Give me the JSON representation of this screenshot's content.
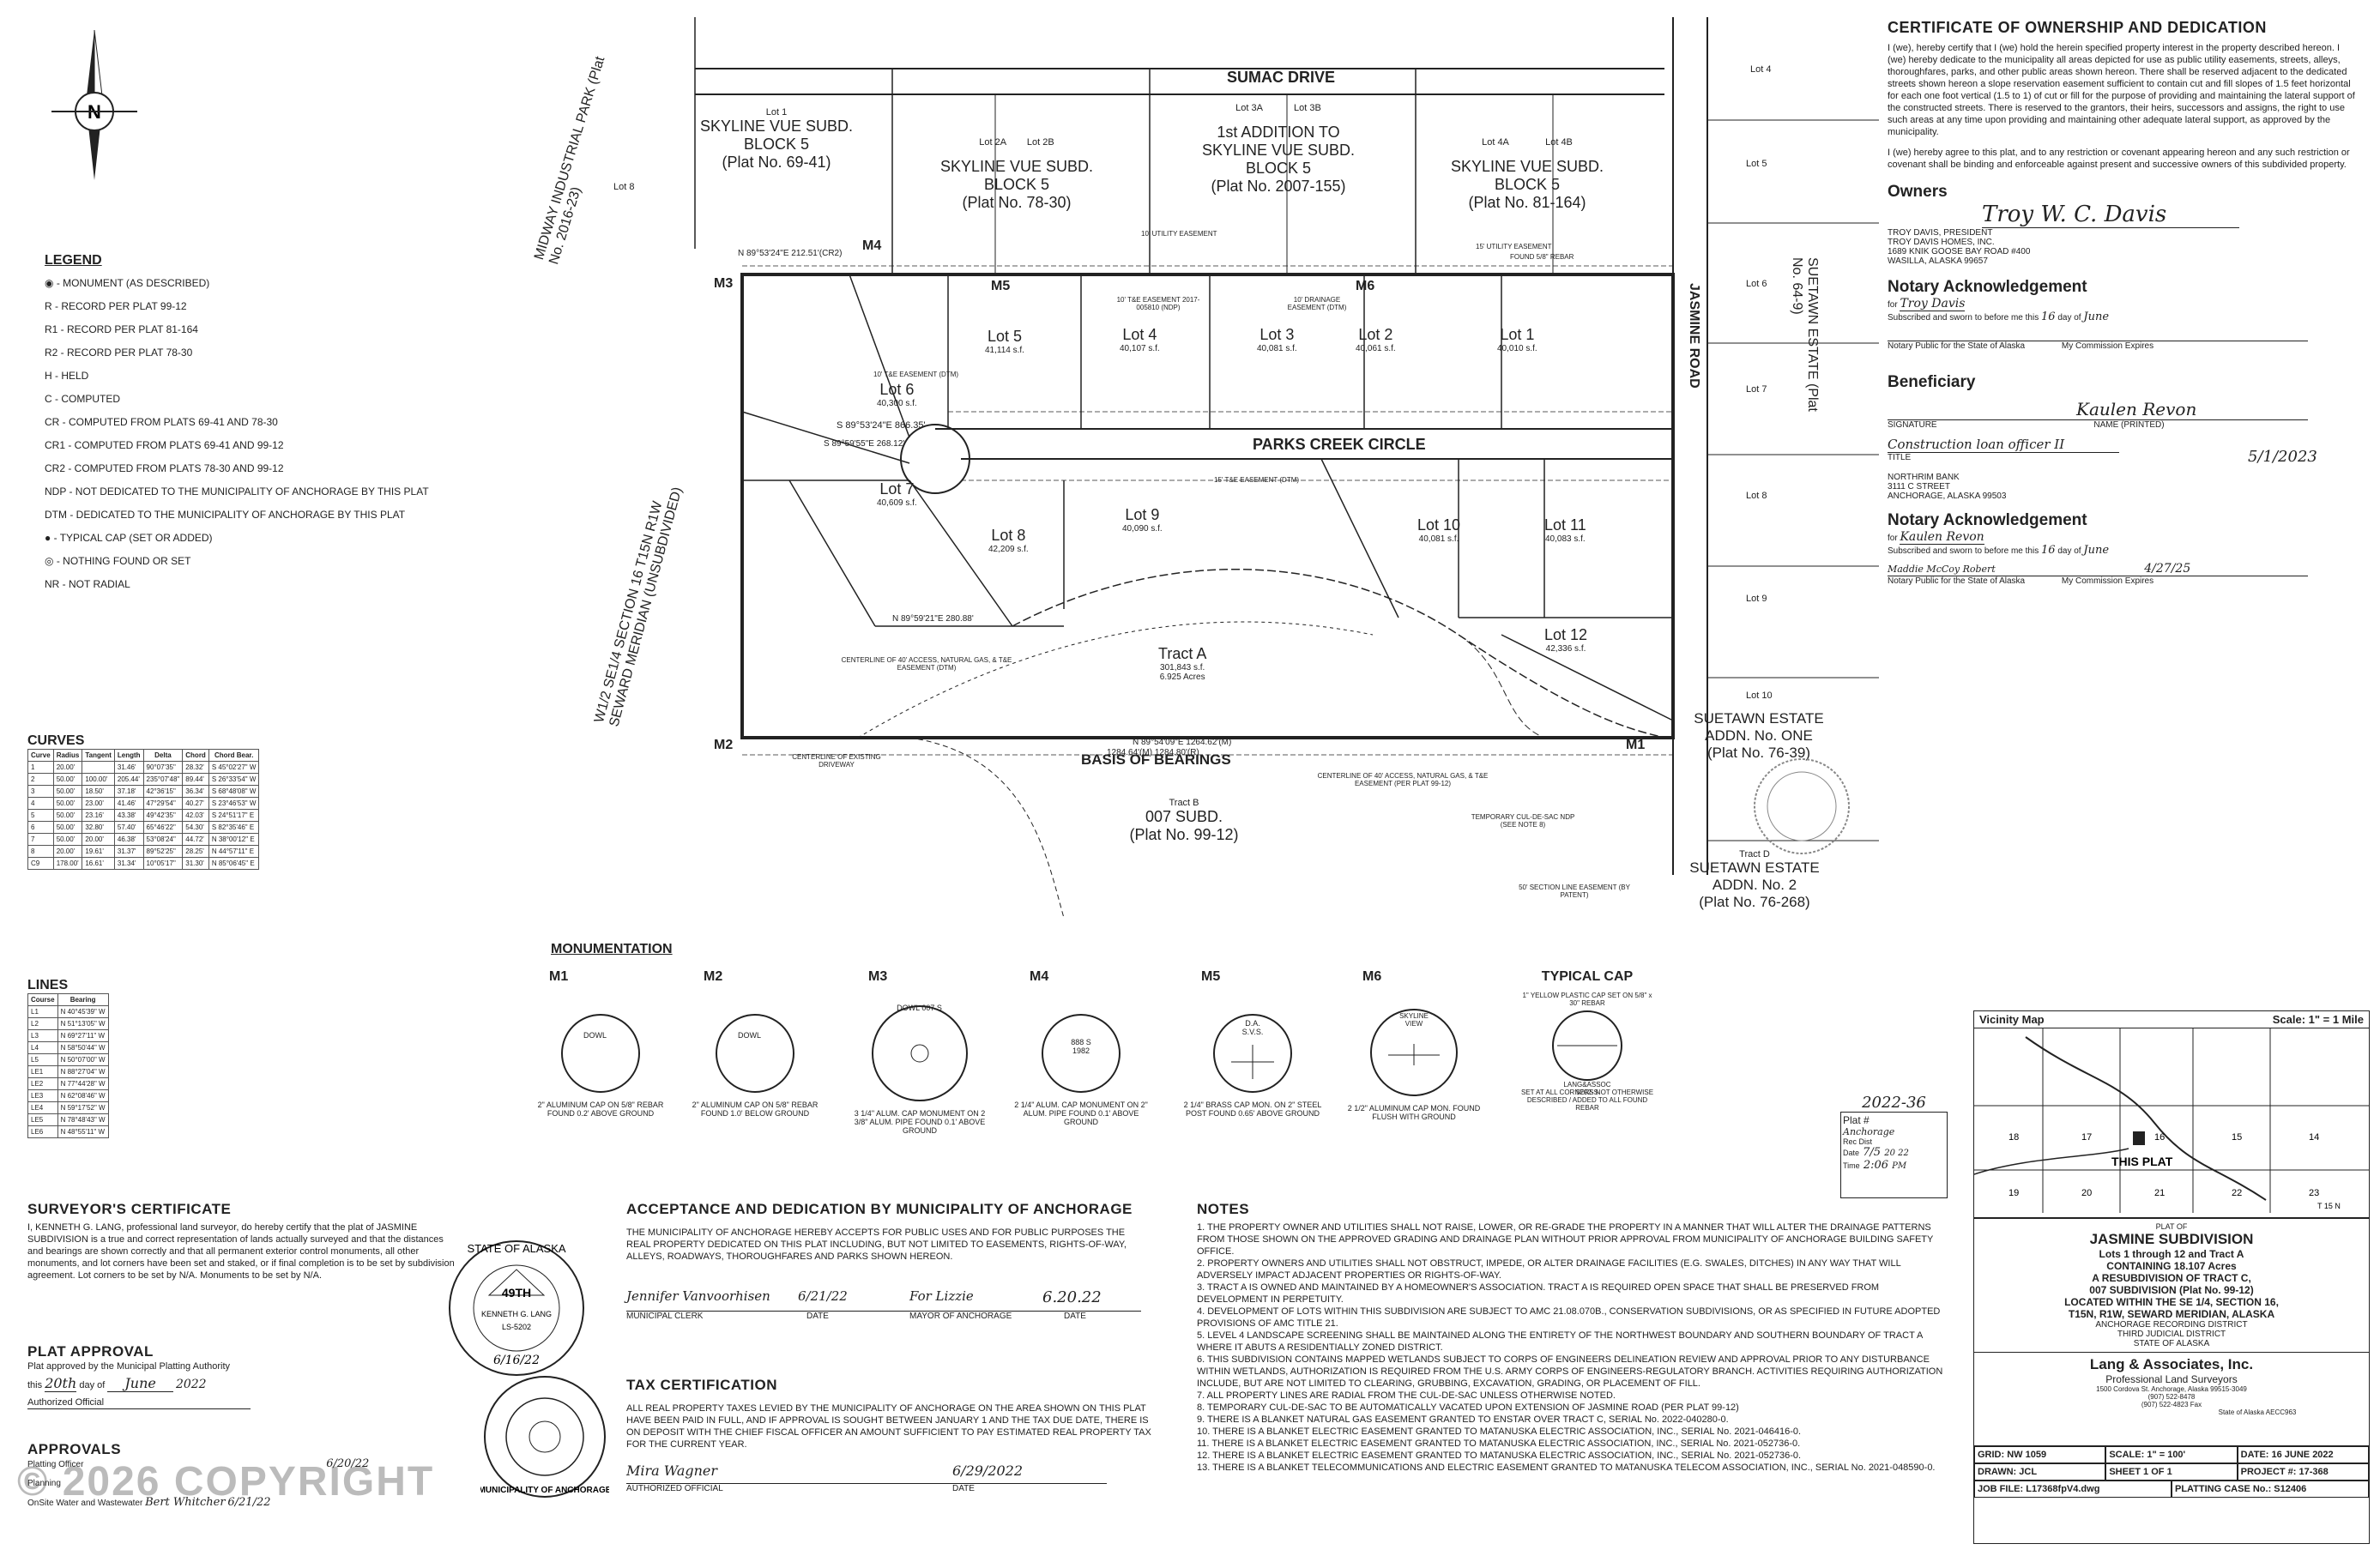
{
  "street_labels": {
    "top": "SUMAC DRIVE",
    "right": "JASMINE ROAD",
    "inner": "PARKS CREEK CIRCLE",
    "bottom": "BASIS OF BEARINGS"
  },
  "monument_pts": [
    "M1",
    "M2",
    "M3",
    "M4",
    "M5",
    "M6"
  ],
  "top_lots": [
    {
      "lot": "Lot 1",
      "sub": "SKYLINE VUE SUBD.",
      "block": "BLOCK 5",
      "plat": "(Plat No. 69-41)"
    },
    {
      "lot": "Lot 2A",
      "lot2": "Lot 2B",
      "sub": "SKYLINE VUE SUBD.",
      "block": "BLOCK 5",
      "plat": "(Plat No. 78-30)"
    },
    {
      "lot": "Lot 3A",
      "lot2": "Lot 3B",
      "sub": "1st ADDITION TO SKYLINE VUE SUBD.",
      "block": "BLOCK 5",
      "plat": "(Plat No. 2007-155)"
    },
    {
      "lot": "Lot 4A",
      "lot2": "Lot 4B",
      "sub": "SKYLINE VUE SUBD.",
      "block": "BLOCK 5",
      "plat": "(Plat No. 81-164)"
    }
  ],
  "west_labels": {
    "park": "MIDWAY INDUSTRIAL PARK (Plat No. 2016-23)",
    "lot8": "Lot 8",
    "section": "W1/2 SE1/4 SECTION 16 T15N R1W SEWARD MERIDIAN (UNSUBDIVIDED)"
  },
  "lots": [
    {
      "name": "Lot 1",
      "area": "40,010 s.f."
    },
    {
      "name": "Lot 2",
      "area": "40,061 s.f."
    },
    {
      "name": "Lot 3",
      "area": "40,081 s.f."
    },
    {
      "name": "Lot 4",
      "area": "40,107 s.f."
    },
    {
      "name": "Lot 5",
      "area": "41,114 s.f."
    },
    {
      "name": "Lot 6",
      "area": "40,300 s.f."
    },
    {
      "name": "Lot 7",
      "area": "40,609 s.f."
    },
    {
      "name": "Lot 8",
      "area": "42,209 s.f."
    },
    {
      "name": "Lot 9",
      "area": "40,090 s.f."
    },
    {
      "name": "Lot 10",
      "area": "40,081 s.f."
    },
    {
      "name": "Lot 11",
      "area": "40,083 s.f."
    },
    {
      "name": "Lot 12",
      "area": "42,336 s.f."
    }
  ],
  "tract_a": {
    "name": "Tract A",
    "area": "301,843 s.f.",
    "acres": "6.925 Acres"
  },
  "tract_b": {
    "name": "Tract B",
    "sub": "007 SUBD.",
    "plat": "(Plat No. 99-12)"
  },
  "east_labels": {
    "lot4": "Lot 4",
    "lot5": "Lot 5",
    "lot6": "Lot 6",
    "lot7": "Lot 7",
    "lot8": "Lot 8",
    "lot9": "Lot 9",
    "lot10": "Lot 10",
    "suet": "SUETAWN ESTATE (Plat No. 64-9)",
    "addn1": "SUETAWN ESTATE",
    "addn1b": "ADDN. No. ONE",
    "addn1c": "(Plat No. 76-39)",
    "tractd": "Tract D",
    "addn2": "SUETAWN ESTATE",
    "addn2b": "ADDN. No. 2",
    "addn2c": "(Plat No. 76-268)"
  },
  "dims": {
    "top": "N 89°53'24\"E 212.51'(CR2)",
    "basis": "N 89°54'09\"E 1264.62'(M)",
    "bottom": "1284.64'(M) 1284.80'(R)",
    "parks": "S 89°53'24\"E 866.35'",
    "lot7": "S 89°59'55\"E 268.12'",
    "lot8": "N 89°59'21\"E 280.88'"
  },
  "legend": {
    "title": "LEGEND",
    "items": [
      "- MONUMENT (AS DESCRIBED)",
      "R - RECORD PER PLAT 99-12",
      "R1 - RECORD PER PLAT 81-164",
      "R2 - RECORD PER PLAT 78-30",
      "H - HELD",
      "C - COMPUTED",
      "CR - COMPUTED FROM PLATS 69-41 AND 78-30",
      "CR1 - COMPUTED FROM PLATS 69-41 AND 99-12",
      "CR2 - COMPUTED FROM PLATS 78-30 AND 99-12",
      "NDP - NOT DEDICATED TO THE MUNICIPALITY OF ANCHORAGE BY THIS PLAT",
      "DTM - DEDICATED TO THE MUNICIPALITY OF ANCHORAGE BY THIS PLAT",
      "- TYPICAL CAP (SET OR ADDED)",
      "- NOTHING FOUND OR SET",
      "NR - NOT RADIAL"
    ]
  },
  "curves": {
    "title": "CURVES",
    "headers": [
      "Curve",
      "Radius",
      "Tangent",
      "Length",
      "Delta",
      "Chord",
      "Chord Bear."
    ],
    "rows": [
      [
        "1",
        "20.00'",
        "",
        "31.46'",
        "90°07'35\"",
        "28.32'",
        "S 45°02'27\" W"
      ],
      [
        "2",
        "50.00'",
        "100.00'",
        "205.44'",
        "235°07'48\"",
        "89.44'",
        "S 26°33'54\" W"
      ],
      [
        "3",
        "50.00'",
        "18.50'",
        "37.18'",
        "42°36'15\"",
        "36.34'",
        "S 68°48'08\" W"
      ],
      [
        "4",
        "50.00'",
        "23.00'",
        "41.46'",
        "47°29'54\"",
        "40.27'",
        "S 23°46'53\" W"
      ],
      [
        "5",
        "50.00'",
        "23.16'",
        "43.38'",
        "49°42'35\"",
        "42.03'",
        "S 24°51'17\" E"
      ],
      [
        "6",
        "50.00'",
        "32.80'",
        "57.40'",
        "65°46'22\"",
        "54.30'",
        "S 82°35'46\" E"
      ],
      [
        "7",
        "50.00'",
        "20.00'",
        "46.38'",
        "53°08'24\"",
        "44.72'",
        "N 38°00'12\" E"
      ],
      [
        "8",
        "20.00'",
        "19.61'",
        "31.37'",
        "89°52'25\"",
        "28.25'",
        "N 44°57'11\" E"
      ],
      [
        "C9",
        "178.00'",
        "16.61'",
        "31.34'",
        "10°05'17\"",
        "31.30'",
        "N 85°06'45\" E"
      ]
    ]
  },
  "lines": {
    "title": "LINES",
    "headers": [
      "Course",
      "Bearing"
    ],
    "rows": [
      [
        "L1",
        "N 40°45'39\" W"
      ],
      [
        "L2",
        "N 51°13'05\" W"
      ],
      [
        "L3",
        "N 69°27'11\" W"
      ],
      [
        "L4",
        "N 58°50'44\" W"
      ],
      [
        "L5",
        "N 50°07'00\" W"
      ],
      [
        "LE1",
        "N 88°27'04\" W"
      ],
      [
        "LE2",
        "N 77°44'28\" W"
      ],
      [
        "LE3",
        "N 62°08'46\" W"
      ],
      [
        "LE4",
        "N 59°17'52\" W"
      ],
      [
        "LE5",
        "N 78°48'43\" W"
      ],
      [
        "LE6",
        "N 48°55'11\" W"
      ]
    ]
  },
  "monumentation": {
    "title": "MONUMENTATION",
    "items": [
      {
        "id": "M1",
        "text": "DOWL",
        "desc": "2\" ALUMINUM CAP ON 5/8\" REBAR FOUND 0.2' ABOVE GROUND"
      },
      {
        "id": "M2",
        "text": "DOWL",
        "desc": "2\" ALUMINUM CAP ON 5/8\" REBAR FOUND 1.0' BELOW GROUND"
      },
      {
        "id": "M3",
        "text": "DOWL 007 S",
        "desc": "3 1/4\" ALUM. CAP MONUMENT ON 2 3/8\" ALUM. PIPE FOUND 0.1' ABOVE GROUND"
      },
      {
        "id": "M4",
        "text": "888 S 1982",
        "desc": "2 1/4\" ALUM. CAP MONUMENT ON 2\" ALUM. PIPE FOUND 0.1' ABOVE GROUND"
      },
      {
        "id": "M5",
        "text": "D.A. S.V.S.",
        "desc": "2 1/4\" BRASS CAP MON. ON 2\" STEEL POST FOUND 0.65' ABOVE GROUND"
      },
      {
        "id": "M6",
        "text": "SKYLINE VIEW",
        "desc": "2 1/2\" ALUMINUM CAP MON. FOUND FLUSH WITH GROUND"
      }
    ],
    "typical": {
      "title": "TYPICAL CAP",
      "top": "1\" YELLOW PLASTIC CAP SET ON 5/8\" x 30\" REBAR",
      "cap": "LANG&ASSOC 5202-S",
      "desc": "SET AT ALL CORNERS NOT OTHERWISE DESCRIBED / ADDED TO ALL FOUND REBAR"
    }
  },
  "certificate": {
    "title": "CERTIFICATE OF OWNERSHIP AND DEDICATION",
    "p1": "I (we), hereby certify that I (we) hold the herein specified property interest in the property described hereon. I (we) hereby dedicate to the municipality all areas depicted for use as public utility easements, streets, alleys, thoroughfares, parks, and other public areas shown hereon. There shall be reserved adjacent to the dedicated streets shown hereon a slope reservation easement sufficient to contain cut and fill slopes of 1.5 feet horizontal for each one foot vertical (1.5 to 1) of cut or fill for the purpose of providing and maintaining the lateral support of the constructed streets. There is reserved to the grantors, their heirs, successors and assigns, the right to use such areas at any time upon providing and maintaining other adequate lateral support, as approved by the municipality.",
    "p2": "I (we) hereby agree to this plat, and to any restriction or covenant appearing hereon and any such restriction or covenant shall be binding and enforceable against present and successive owners of this subdivided property.",
    "owners_title": "Owners",
    "owner_name": "TROY DAVIS, PRESIDENT",
    "owner_co": "TROY DAVIS HOMES, INC.",
    "owner_addr1": "1689 KNIK GOOSE BAY ROAD #400",
    "owner_addr2": "WASILLA, ALASKA 99657",
    "owner_sig": "Troy W. C. Davis",
    "notary1_title": "Notary Acknowledgement",
    "notary_for": "for",
    "notary1_for": "Troy Davis",
    "notary1_sub": "Subscribed and sworn to before me this",
    "notary1_day": "16",
    "notary_dayof": "day of",
    "notary1_month": "June",
    "notary1_exp": "5/1/2023",
    "notary_public": "Notary Public for the State of Alaska",
    "notary_comm": "My Commission Expires",
    "beneficiary_title": "Beneficiary",
    "ben_sig": "Kaulen Revon",
    "ben_sig_lbl": "SIGNATURE",
    "ben_name_lbl": "NAME (PRINTED)",
    "ben_title_val": "Construction loan officer II",
    "ben_title_lbl": "TITLE",
    "ben_bank": "NORTHRIM BANK",
    "ben_addr1": "3111 C STREET",
    "ben_addr2": "ANCHORAGE, ALASKA 99503",
    "notary2_title": "Notary Acknowledgement",
    "notary2_for": "Kaulen Revon",
    "notary2_day": "16",
    "notary2_month": "June",
    "notary2_sig": "Maddie McCoy Robert",
    "notary2_exp": "4/27/25"
  },
  "vicinity": {
    "title": "Vicinity Map",
    "scale": "Scale: 1\" = 1 Mile",
    "this": "THIS PLAT",
    "secs": [
      "18",
      "17",
      "16",
      "15",
      "14",
      "19",
      "20",
      "21",
      "22",
      "23"
    ],
    "tn": "T 15 N"
  },
  "title_block": {
    "plat_of": "PLAT OF",
    "name": "JASMINE SUBDIVISION",
    "lines": [
      "Lots 1 through 12 and Tract A",
      "CONTAINING 18.107 Acres",
      "A RESUBDIVISION OF TRACT C,",
      "007 SUBDIVISION (Plat No. 99-12)",
      "LOCATED WITHIN THE SE 1/4, SECTION 16,",
      "T15N, R1W, SEWARD MERIDIAN, ALASKA",
      "ANCHORAGE RECORDING DISTRICT",
      "THIRD JUDICIAL DISTRICT",
      "STATE OF ALASKA"
    ],
    "firm": "Lang & Associates, Inc.",
    "firm_sub": "Professional Land Surveyors",
    "firm_addr": [
      "1500 Cordova St. Anchorage, Alaska 99515-3049",
      "(907) 522-8478",
      "(907) 522-4823 Fax"
    ],
    "firm_acc": "State of Alaska AECC963",
    "grid": "GRID: NW 1059",
    "scale": "SCALE: 1\" = 100'",
    "date": "DATE: 16 JUNE 2022",
    "drawn": "DRAWN: JCL",
    "sheet": "SHEET 1 OF 1",
    "project": "PROJECT #: 17-368",
    "job": "JOB FILE: L17368fpV4.dwg",
    "case": "PLATTING CASE No.: S12406"
  },
  "stamp": {
    "num": "2022-36",
    "plat": "Plat #",
    "rec": "Anchorage",
    "dist": "Rec Dist",
    "date": "7/5",
    "yr": "20 22",
    "time": "2:06",
    "pm": "PM",
    "date_lbl": "Date",
    "time_lbl": "Time"
  },
  "surveyor": {
    "title": "SURVEYOR'S CERTIFICATE",
    "text": "I, KENNETH G. LANG, professional land surveyor, do hereby certify that the plat of JASMINE SUBDIVISION is a true and correct representation of lands actually surveyed and that the distances and bearings are shown correctly and that all permanent exterior control monuments, all other monuments, and lot corners have been set and staked, or if final completion is to be set by subdivision agreement. Lot corners to be set by N/A. Monuments to be set by N/A.",
    "seal_state": "STATE OF ALASKA",
    "seal_49": "49TH",
    "seal_name": "KENNETH G. LANG",
    "seal_ls": "LS-5202",
    "seal_date": "6/16/22"
  },
  "plat_approval": {
    "title": "PLAT APPROVAL",
    "text": "Plat approved by the Municipal Platting Authority",
    "this": "this",
    "day": "20th",
    "dayof": "day of",
    "month": "June",
    "year": "2022",
    "official": "Authorized Official"
  },
  "approvals": {
    "title": "APPROVALS",
    "platting": "Platting Officer",
    "date1": "6/20/22",
    "planning": "Planning",
    "onsite": "OnSite Water and Wastewater",
    "date2": "6/21/22",
    "onsite_sig": "Bert Whitcher"
  },
  "copyright": "© 2026 COPYRIGHT",
  "municipality": {
    "title": "ACCEPTANCE AND DEDICATION BY MUNICIPALITY OF ANCHORAGE",
    "text": "THE MUNICIPALITY OF ANCHORAGE HEREBY ACCEPTS FOR PUBLIC USES AND FOR PUBLIC PURPOSES THE REAL PROPERTY DEDICATED ON THIS PLAT INCLUDING, BUT NOT LIMITED TO EASEMENTS, RIGHTS-OF-WAY, ALLEYS, ROADWAYS, THOROUGHFARES AND PARKS SHOWN HEREON.",
    "clerk_sig": "Jennifer Vanvoorhisen",
    "clerk_date": "6/21/22",
    "mayor_sig": "For Lizzie",
    "mayor_date": "6.20.22",
    "clerk_lbl": "MUNICIPAL CLERK",
    "date_lbl": "DATE",
    "mayor_lbl": "MAYOR OF ANCHORAGE",
    "seal": "MUNICIPALITY OF ANCHORAGE"
  },
  "tax": {
    "title": "TAX CERTIFICATION",
    "text": "ALL REAL PROPERTY TAXES LEVIED BY THE MUNICIPALITY OF ANCHORAGE ON THE AREA SHOWN ON THIS PLAT HAVE BEEN PAID IN FULL, AND IF APPROVAL IS SOUGHT BETWEEN JANUARY 1 AND THE TAX DUE DATE, THERE IS ON DEPOSIT WITH THE CHIEF FISCAL OFFICER AN AMOUNT SUFFICIENT TO PAY ESTIMATED REAL PROPERTY TAX FOR THE CURRENT YEAR.",
    "sig": "Mira Wagner",
    "date": "6/29/2022",
    "official": "AUTHORIZED OFFICIAL",
    "date_lbl": "DATE"
  },
  "notes": {
    "title": "NOTES",
    "items": [
      "1.  THE PROPERTY OWNER AND UTILITIES SHALL NOT RAISE, LOWER, OR RE-GRADE THE PROPERTY IN A MANNER THAT WILL ALTER THE DRAINAGE PATTERNS FROM THOSE SHOWN ON THE APPROVED GRADING AND DRAINAGE PLAN WITHOUT PRIOR APPROVAL FROM MUNICIPALITY OF ANCHORAGE BUILDING SAFETY OFFICE.",
      "2.  PROPERTY OWNERS AND UTILITIES SHALL NOT OBSTRUCT, IMPEDE, OR ALTER DRAINAGE FACILITIES (E.G. SWALES, DITCHES) IN ANY WAY THAT WILL ADVERSELY IMPACT ADJACENT PROPERTIES OR RIGHTS-OF-WAY.",
      "3.  TRACT A IS OWNED AND MAINTAINED BY A HOMEOWNER'S ASSOCIATION. TRACT A IS REQUIRED OPEN SPACE THAT SHALL BE PRESERVED FROM DEVELOPMENT IN PERPETUITY.",
      "4.  DEVELOPMENT OF LOTS WITHIN THIS SUBDIVISION ARE SUBJECT TO AMC 21.08.070B., CONSERVATION SUBDIVISIONS, OR AS SPECIFIED IN FUTURE ADOPTED PROVISIONS OF AMC TITLE 21.",
      "5.  LEVEL 4 LANDSCAPE SCREENING SHALL BE MAINTAINED ALONG THE ENTIRETY OF THE NORTHWEST BOUNDARY AND SOUTHERN BOUNDARY OF TRACT A WHERE IT ABUTS A RESIDENTIALLY ZONED DISTRICT.",
      "6.  THIS SUBDIVISION CONTAINS MAPPED WETLANDS SUBJECT TO CORPS OF ENGINEERS DELINEATION REVIEW AND APPROVAL PRIOR TO ANY DISTURBANCE WITHIN WETLANDS, AUTHORIZATION IS REQUIRED FROM THE U.S. ARMY CORPS OF ENGINEERS-REGULATORY BRANCH. ACTIVITIES REQUIRING AUTHORIZATION INCLUDE, BUT ARE NOT LIMITED TO CLEARING, GRUBBING, EXCAVATION, GRADING, OR PLACEMENT OF FILL.",
      "7.  ALL PROPERTY LINES ARE RADIAL FROM THE CUL-DE-SAC UNLESS OTHERWISE NOTED.",
      "8.  TEMPORARY CUL-DE-SAC TO BE AUTOMATICALLY VACATED UPON EXTENSION OF JASMINE ROAD (PER PLAT 99-12)",
      "9.  THERE IS A BLANKET NATURAL GAS EASEMENT GRANTED TO ENSTAR OVER TRACT C, SERIAL No. 2022-040280-0.",
      "10. THERE IS A BLANKET ELECTRIC EASEMENT GRANTED TO MATANUSKA ELECTRIC ASSOCIATION, INC., SERIAL No. 2021-046416-0.",
      "11. THERE IS A BLANKET ELECTRIC EASEMENT GRANTED TO MATANUSKA ELECTRIC ASSOCIATION, INC., SERIAL No. 2021-052736-0.",
      "12. THERE IS A BLANKET ELECTRIC EASEMENT GRANTED TO MATANUSKA ELECTRIC ASSOCIATION, INC., SERIAL No. 2021-052736-0.",
      "13. THERE IS A BLANKET TELECOMMUNICATIONS AND ELECTRIC EASEMENT GRANTED TO MATANUSKA TELECOM ASSOCIATION, INC., SERIAL No. 2021-048590-0."
    ]
  },
  "plan_notes": {
    "util1": "10' UTILITY EASEMENT",
    "util2": "15' UTILITY EASEMENT",
    "te1": "10' T&E EASEMENT (DTM)",
    "te2": "15' T&E EASEMENT (DTM)",
    "drain": "10' DRAINAGE EASEMENT (DTM)",
    "te3": "10' T&E EASEMENT 2017-005810 (NDP)",
    "access1": "CENTERLINE OF 40' ACCESS, NATURAL GAS, & T&E EASEMENT (DTM)",
    "access2": "CENTERLINE OF 40' ACCESS, NATURAL GAS, & T&E EASEMENT (PER PLAT 99-12)",
    "driveway": "CENTERLINE OF EXISTING DRIVEWAY",
    "cul": "TEMPORARY CUL-DE-SAC NDP (SEE NOTE 8)",
    "section": "50' SECTION LINE EASEMENT (BY PATENT)",
    "rebar": "FOUND 5/8\" REBAR"
  }
}
